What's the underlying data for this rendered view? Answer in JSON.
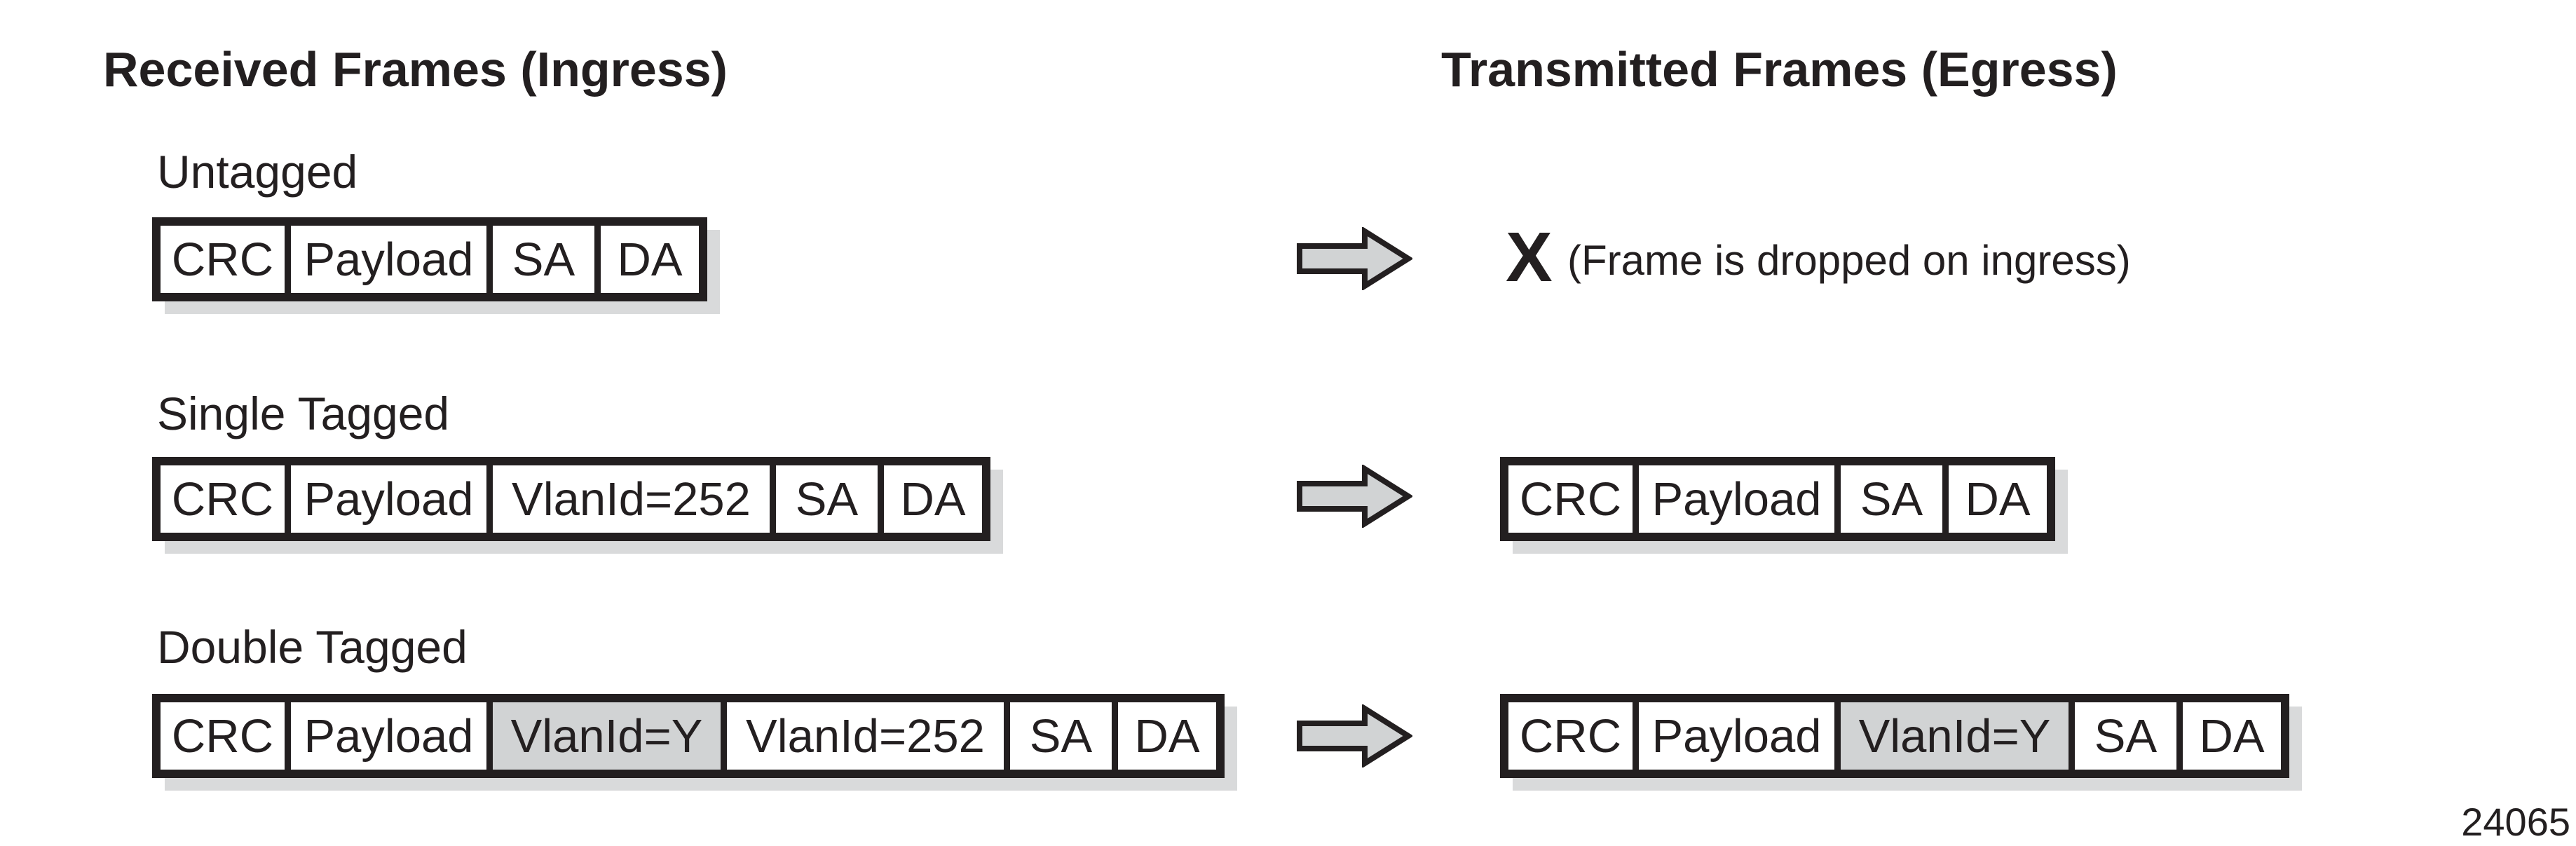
{
  "header": {
    "ingress_title": "Received Frames (Ingress)",
    "egress_title": "Transmitted Frames (Egress)"
  },
  "rows": [
    {
      "label": "Untagged",
      "ingress_cells": [
        "CRC",
        "Payload",
        "SA",
        "DA"
      ],
      "egress_dropped": {
        "mark": "X",
        "note": "(Frame is dropped on ingress)"
      }
    },
    {
      "label": "Single Tagged",
      "ingress_cells": [
        "CRC",
        "Payload",
        "VlanId=252",
        "SA",
        "DA"
      ],
      "egress_cells": [
        "CRC",
        "Payload",
        "SA",
        "DA"
      ]
    },
    {
      "label": "Double Tagged",
      "ingress_cells": [
        "CRC",
        "Payload",
        "VlanId=Y",
        "VlanId=252",
        "SA",
        "DA"
      ],
      "egress_cells": [
        "CRC",
        "Payload",
        "VlanId=Y",
        "SA",
        "DA"
      ]
    }
  ],
  "figure_number": "24065",
  "icons": {
    "arrow": "block-arrow-right"
  },
  "colors": {
    "ink": "#231f20",
    "gray_fill": "#d1d3d4",
    "shadow_gray": "#d9dadb"
  }
}
